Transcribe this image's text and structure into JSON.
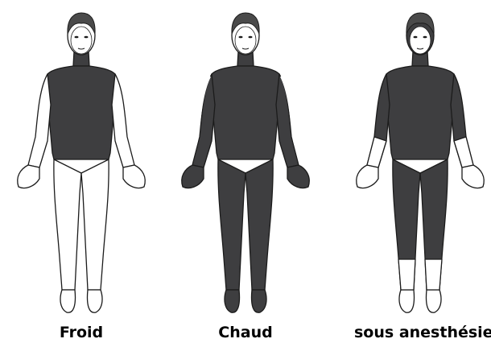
{
  "figures": [
    {
      "label": "Froid",
      "shade": "torso"
    },
    {
      "label": "Chaud",
      "shade": "full"
    },
    {
      "label": "sous anesthésie",
      "shade": "partial"
    }
  ],
  "colors": {
    "shade": "#3e3e40",
    "skin": "#ffffff",
    "line": "#1b1b1b"
  }
}
